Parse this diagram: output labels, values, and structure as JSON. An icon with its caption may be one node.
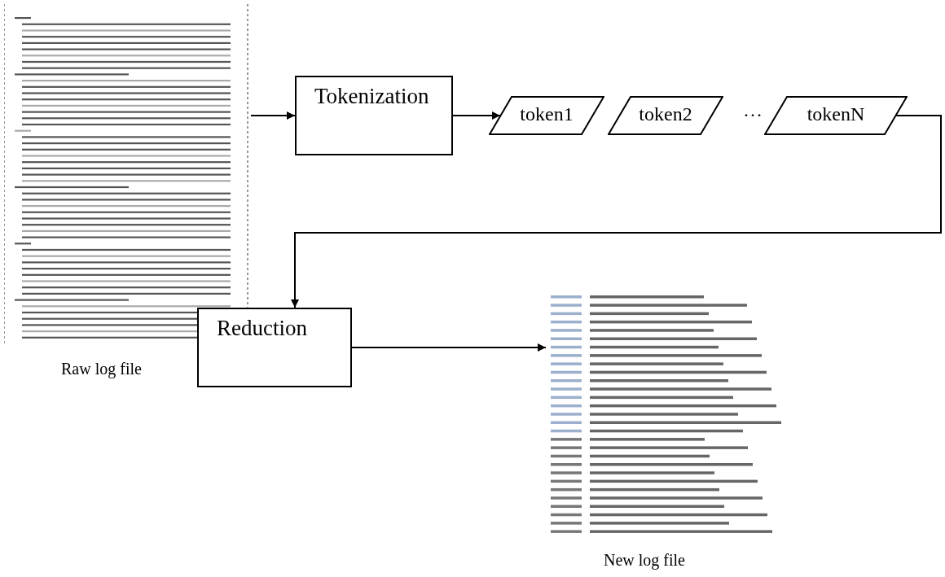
{
  "diagram": {
    "nodes": [
      {
        "text": [],
        "shape": "picture",
        "beside": [
          "Raw log file"
        ]
      },
      {
        "text": [
          "Tokenization"
        ]
      },
      {
        "text": [
          "token1"
        ]
      },
      {
        "text": [
          "token2"
        ]
      },
      {
        "text": [
          "tokenN"
        ]
      },
      {
        "text": [
          "Reduction"
        ]
      },
      {
        "text": [],
        "shape": "picture",
        "beside": [
          "New log file"
        ]
      }
    ],
    "edges": [
      {
        "from": 0,
        "to": 1,
        "arrow": "to"
      },
      {
        "from": 1,
        "to": 2,
        "arrow": "to"
      },
      {
        "from": 4,
        "to": 5,
        "arrow": "to"
      },
      {
        "from": 5,
        "to": 6,
        "arrow": "to"
      }
    ],
    "labels": [
      "…"
    ]
  }
}
